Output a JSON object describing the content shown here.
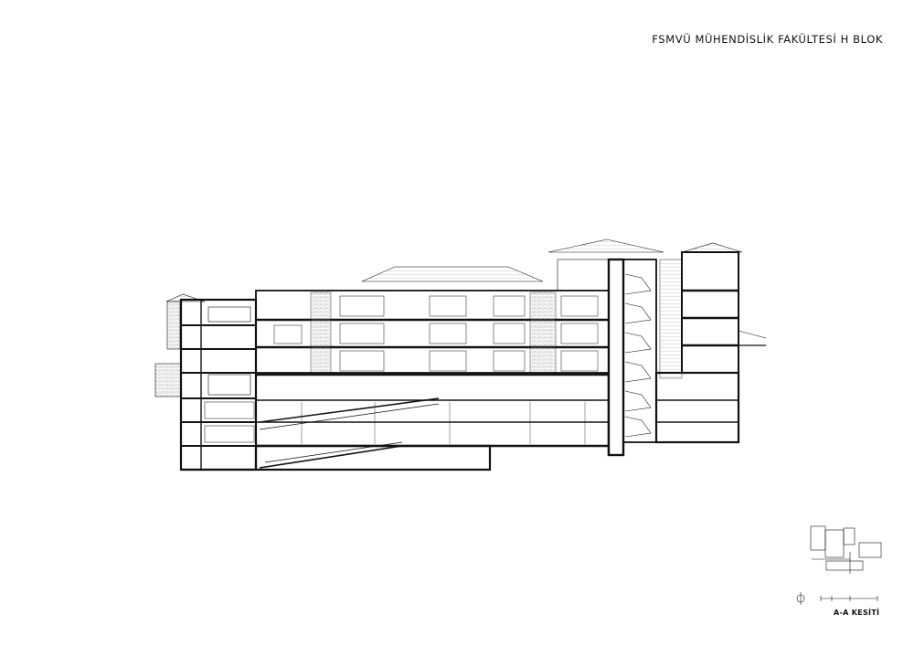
{
  "sheet": {
    "title": "FSMVÜ MÜHENDİSLİK FAKÜLTESİ H BLOK",
    "section_label": "A-A KESİTİ"
  },
  "drawing": {
    "description_icons": [
      "north-arrow-icon",
      "scale-bar",
      "key-plan"
    ],
    "colors": {
      "line": "#111111",
      "paper": "#ffffff"
    }
  }
}
